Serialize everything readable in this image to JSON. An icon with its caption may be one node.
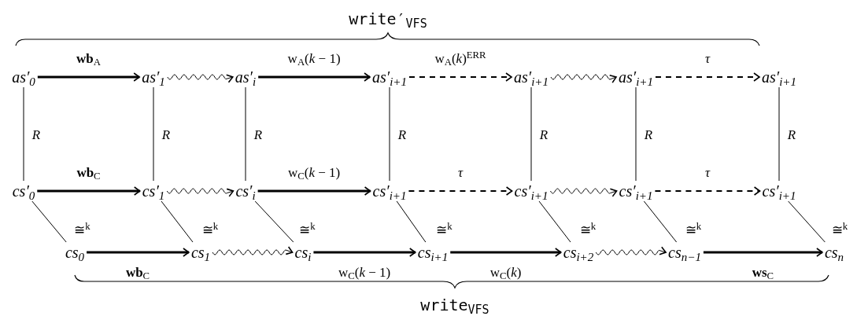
{
  "diagram": {
    "nodes": [
      {
        "text": [
          "as′$_{0}$"
        ]
      },
      {
        "text": [
          "as′$_{1}$"
        ]
      },
      {
        "text": [
          "as′$_{i}$"
        ]
      },
      {
        "text": [
          "as′$_{i+1}$"
        ]
      },
      {
        "text": [
          "as′$_{i+1}$"
        ]
      },
      {
        "text": [
          "as′$_{i+1}$"
        ]
      },
      {
        "text": [
          "as′$_{i+1}$"
        ]
      },
      {
        "text": [
          "cs′$_{0}$"
        ]
      },
      {
        "text": [
          "cs′$_{1}$"
        ]
      },
      {
        "text": [
          "cs′$_{i}$"
        ]
      },
      {
        "text": [
          "cs′$_{i+1}$"
        ]
      },
      {
        "text": [
          "cs′$_{i+1}$"
        ]
      },
      {
        "text": [
          "cs′$_{i+1}$"
        ]
      },
      {
        "text": [
          "cs′$_{i+1}$"
        ]
      },
      {
        "text": [
          "cs$_{0}$"
        ]
      },
      {
        "text": [
          "cs$_{1}$"
        ]
      },
      {
        "text": [
          "cs$_{i}$"
        ]
      },
      {
        "text": [
          "cs$_{i+1}$"
        ]
      },
      {
        "text": [
          "cs$_{i+2}$"
        ]
      },
      {
        "text": [
          "cs$_{n−1}$"
        ]
      },
      {
        "text": [
          "cs$_{n}$"
        ]
      }
    ],
    "edges": [
      {
        "from": 0,
        "to": 1,
        "arrow": "to",
        "style": "thick",
        "label": "**wb**$_{A}$"
      },
      {
        "from": 1,
        "to": 2,
        "arrow": "to"
      },
      {
        "from": 2,
        "to": 3,
        "arrow": "to",
        "style": "thick",
        "label": "w$_{A}$(*k* − 1)"
      },
      {
        "from": 3,
        "to": 4,
        "arrow": "to",
        "style": "dashed",
        "label": "w$_{A}$(*k*)$^{ERR}$"
      },
      {
        "from": 4,
        "to": 5,
        "arrow": "to"
      },
      {
        "from": 5,
        "to": 6,
        "arrow": "to",
        "style": "dashed",
        "label": "*τ*"
      },
      {
        "from": 0,
        "to": 7,
        "arrow": "none",
        "label": "*R*"
      },
      {
        "from": 1,
        "to": 8,
        "arrow": "none",
        "label": "*R*"
      },
      {
        "from": 2,
        "to": 9,
        "arrow": "none",
        "label": "*R*"
      },
      {
        "from": 3,
        "to": 10,
        "arrow": "none",
        "label": "*R*"
      },
      {
        "from": 4,
        "to": 11,
        "arrow": "none",
        "label": "*R*"
      },
      {
        "from": 5,
        "to": 12,
        "arrow": "none",
        "label": "*R*"
      },
      {
        "from": 6,
        "to": 13,
        "arrow": "none",
        "label": "*R*"
      },
      {
        "from": 7,
        "to": 8,
        "arrow": "to",
        "style": "thick",
        "label": "**wb**$_{C}$"
      },
      {
        "from": 8,
        "to": 9,
        "arrow": "to"
      },
      {
        "from": 9,
        "to": 10,
        "arrow": "to",
        "style": "thick",
        "label": "w$_{C}$(*k* − 1)"
      },
      {
        "from": 10,
        "to": 11,
        "arrow": "to",
        "style": "dashed",
        "label": "*τ*"
      },
      {
        "from": 11,
        "to": 12,
        "arrow": "to"
      },
      {
        "from": 12,
        "to": 13,
        "arrow": "to",
        "style": "dashed",
        "label": "*τ*"
      },
      {
        "from": 7,
        "to": 14,
        "arrow": "none",
        "label": "≅$^{k}$"
      },
      {
        "from": 8,
        "to": 15,
        "arrow": "none",
        "label": "≅$^{k}$"
      },
      {
        "from": 9,
        "to": 16,
        "arrow": "none",
        "label": "≅$^{k}$"
      },
      {
        "from": 10,
        "to": 17,
        "arrow": "none",
        "label": "≅$^{k}$"
      },
      {
        "from": 11,
        "to": 18,
        "arrow": "none",
        "label": "≅$^{k}$"
      },
      {
        "from": 12,
        "to": 19,
        "arrow": "none",
        "label": "≅$^{k}$"
      },
      {
        "from": 13,
        "to": 20,
        "arrow": "none",
        "label": "≅$^{k}$"
      },
      {
        "from": 14,
        "to": 15,
        "arrow": "to",
        "style": "thick",
        "label": "**wb**$_{C}$"
      },
      {
        "from": 15,
        "to": 16,
        "arrow": "to"
      },
      {
        "from": 16,
        "to": 17,
        "arrow": "to",
        "style": "thick",
        "label": "w$_{C}$(*k* − 1)"
      },
      {
        "from": 17,
        "to": 18,
        "arrow": "to",
        "style": "thick",
        "label": "w$_{C}$(*k*)"
      },
      {
        "from": 18,
        "to": 19,
        "arrow": "to"
      },
      {
        "from": 19,
        "to": 20,
        "arrow": "to",
        "style": "thick",
        "label": "**ws**$_{C}$"
      }
    ],
    "labels": [
      "write′$_{VFS}$",
      "write$_{VFS}$"
    ]
  }
}
